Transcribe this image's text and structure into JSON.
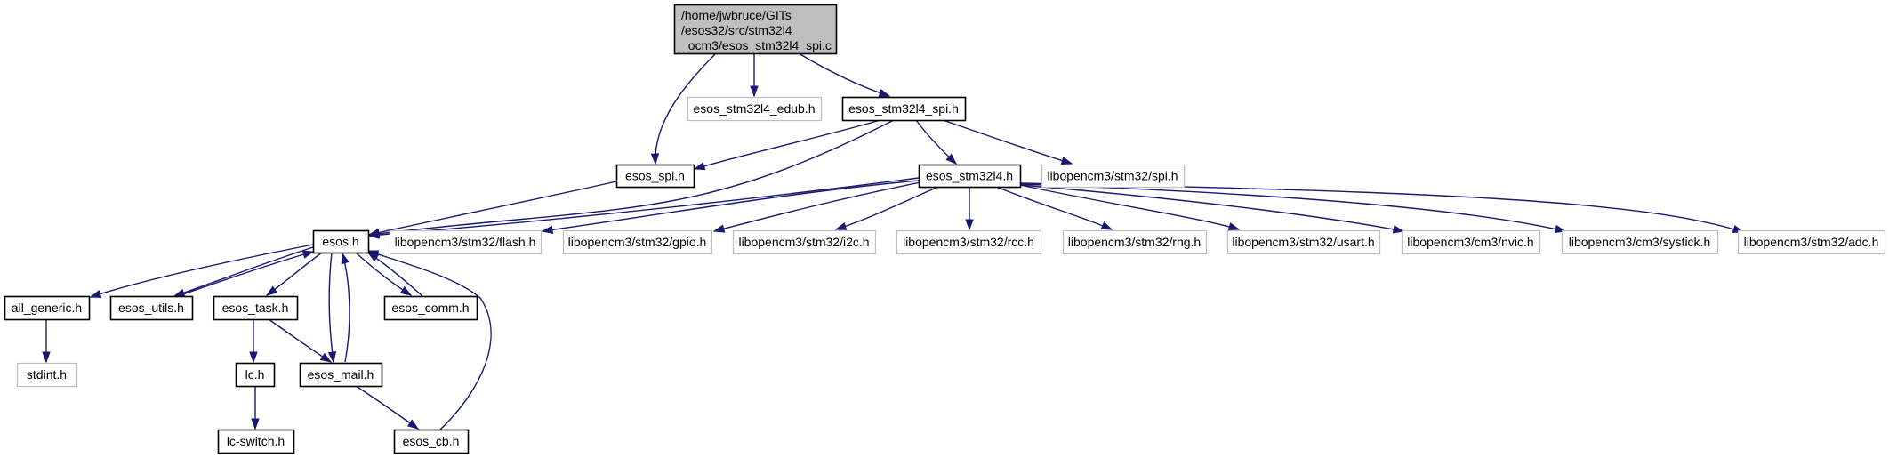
{
  "title": "Include dependency graph for esos_stm32l4_spi.c",
  "colors": {
    "edge": "#191970",
    "root_fill": "#bfbfbf",
    "root_border": "#000000",
    "local_border": "#000000",
    "external_border": "#bfbfbf",
    "node_fill": "#ffffff"
  },
  "nodes": [
    {
      "id": "root",
      "lines": [
        "/home/jwbruce/GITs",
        "/esos32/src/stm32l4",
        "_ocm3/esos_stm32l4_spi.c"
      ],
      "kind": "root"
    },
    {
      "id": "edub",
      "lines": [
        "esos_stm32l4_edub.h"
      ],
      "kind": "external"
    },
    {
      "id": "l4spi",
      "lines": [
        "esos_stm32l4_spi.h"
      ],
      "kind": "local"
    },
    {
      "id": "esos_spi",
      "lines": [
        "esos_spi.h"
      ],
      "kind": "local"
    },
    {
      "id": "l4",
      "lines": [
        "esos_stm32l4.h"
      ],
      "kind": "local"
    },
    {
      "id": "spi",
      "lines": [
        "libopencm3/stm32/spi.h"
      ],
      "kind": "external"
    },
    {
      "id": "esos",
      "lines": [
        "esos.h"
      ],
      "kind": "local"
    },
    {
      "id": "flash",
      "lines": [
        "libopencm3/stm32/flash.h"
      ],
      "kind": "external"
    },
    {
      "id": "gpio",
      "lines": [
        "libopencm3/stm32/gpio.h"
      ],
      "kind": "external"
    },
    {
      "id": "i2c",
      "lines": [
        "libopencm3/stm32/i2c.h"
      ],
      "kind": "external"
    },
    {
      "id": "rcc",
      "lines": [
        "libopencm3/stm32/rcc.h"
      ],
      "kind": "external"
    },
    {
      "id": "rng",
      "lines": [
        "libopencm3/stm32/rng.h"
      ],
      "kind": "external"
    },
    {
      "id": "usart",
      "lines": [
        "libopencm3/stm32/usart.h"
      ],
      "kind": "external"
    },
    {
      "id": "nvic",
      "lines": [
        "libopencm3/cm3/nvic.h"
      ],
      "kind": "external"
    },
    {
      "id": "systick",
      "lines": [
        "libopencm3/cm3/systick.h"
      ],
      "kind": "external"
    },
    {
      "id": "adc",
      "lines": [
        "libopencm3/stm32/adc.h"
      ],
      "kind": "external"
    },
    {
      "id": "all_generic",
      "lines": [
        "all_generic.h"
      ],
      "kind": "local"
    },
    {
      "id": "utils",
      "lines": [
        "esos_utils.h"
      ],
      "kind": "local"
    },
    {
      "id": "task",
      "lines": [
        "esos_task.h"
      ],
      "kind": "local"
    },
    {
      "id": "comm",
      "lines": [
        "esos_comm.h"
      ],
      "kind": "local"
    },
    {
      "id": "stdint",
      "lines": [
        "stdint.h"
      ],
      "kind": "external"
    },
    {
      "id": "lc",
      "lines": [
        "lc.h"
      ],
      "kind": "local"
    },
    {
      "id": "mail",
      "lines": [
        "esos_mail.h"
      ],
      "kind": "local"
    },
    {
      "id": "lcswitch",
      "lines": [
        "lc-switch.h"
      ],
      "kind": "local"
    },
    {
      "id": "cb",
      "lines": [
        "esos_cb.h"
      ],
      "kind": "local"
    }
  ],
  "edges": [
    {
      "from": "root",
      "to": "esos_spi"
    },
    {
      "from": "root",
      "to": "edub"
    },
    {
      "from": "root",
      "to": "l4spi"
    },
    {
      "from": "l4spi",
      "to": "esos_spi"
    },
    {
      "from": "l4spi",
      "to": "esos"
    },
    {
      "from": "l4spi",
      "to": "l4"
    },
    {
      "from": "l4spi",
      "to": "spi"
    },
    {
      "from": "esos_spi",
      "to": "esos"
    },
    {
      "from": "l4",
      "to": "esos"
    },
    {
      "from": "l4",
      "to": "flash"
    },
    {
      "from": "l4",
      "to": "gpio"
    },
    {
      "from": "l4",
      "to": "i2c"
    },
    {
      "from": "l4",
      "to": "rcc"
    },
    {
      "from": "l4",
      "to": "rng"
    },
    {
      "from": "l4",
      "to": "usart"
    },
    {
      "from": "l4",
      "to": "nvic"
    },
    {
      "from": "l4",
      "to": "systick"
    },
    {
      "from": "l4",
      "to": "adc"
    },
    {
      "from": "esos",
      "to": "all_generic"
    },
    {
      "from": "esos",
      "to": "utils"
    },
    {
      "from": "utils",
      "to": "esos"
    },
    {
      "from": "esos",
      "to": "task"
    },
    {
      "from": "esos",
      "to": "mail"
    },
    {
      "from": "mail",
      "to": "esos"
    },
    {
      "from": "esos",
      "to": "comm"
    },
    {
      "from": "comm",
      "to": "esos"
    },
    {
      "from": "cb",
      "to": "esos"
    },
    {
      "from": "all_generic",
      "to": "stdint"
    },
    {
      "from": "task",
      "to": "lc"
    },
    {
      "from": "task",
      "to": "mail"
    },
    {
      "from": "lc",
      "to": "lcswitch"
    },
    {
      "from": "mail",
      "to": "cb"
    }
  ]
}
